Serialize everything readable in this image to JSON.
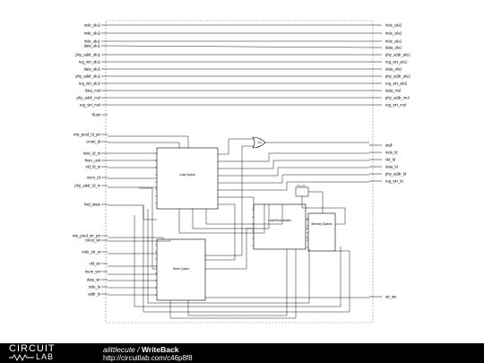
{
  "schematic": {
    "left_inputs": [
      "inde_alu2",
      "inde_alu2",
      "inde_alu1",
      "data_alu1",
      "phy_addr_alu1",
      "reg_wrt_alu1",
      "data_alu2",
      "phy_addr_alu2",
      "reg_wrt_alu2",
      "data_mul",
      "phy_addr_mul",
      "reg_wrt_mul",
      "flush",
      "mis_pred_ld_ptr",
      "cmmt_ld",
      "inde_ld_st",
      "from_unit",
      "vld_ld_st",
      "mem_rd",
      "phy_addr_ld_in",
      "fwd_state",
      "mis_pred_str_ptr",
      "cmmt_str",
      "inde_str_st",
      "vld_str",
      "mem_wrt",
      "data_str",
      "inde_ls",
      "addr_ls"
    ],
    "right_outputs": [
      "inde_alu2",
      "inde_alu2",
      "inde_alu1",
      "data_alu1",
      "phy_addr_alu1",
      "reg_wrt_alu1",
      "data_alu2",
      "phy_addr_alu2",
      "reg_wrt_alu2",
      "data_mul",
      "phy_addr_mul",
      "reg_wrt_mul",
      "stall",
      "inde_ld",
      "vld_ld",
      "data_ld",
      "phy_addr_ld",
      "reg_wrt_ld",
      "str_iss"
    ],
    "blocks": {
      "load_queue": "Load Queue",
      "store_queue": "Store Queue",
      "arbiter": "Load/Store Arbiter",
      "memory": "Memory System",
      "gate": "OR2",
      "aux": "bus_ack"
    }
  },
  "footer": {
    "logo_top": "CIRCUIT",
    "logo_bottom": "LAB",
    "author": "alittlecute",
    "separator": " / ",
    "title": "WriteBack",
    "url": "http://circuitlab.com/c46p8f8"
  }
}
